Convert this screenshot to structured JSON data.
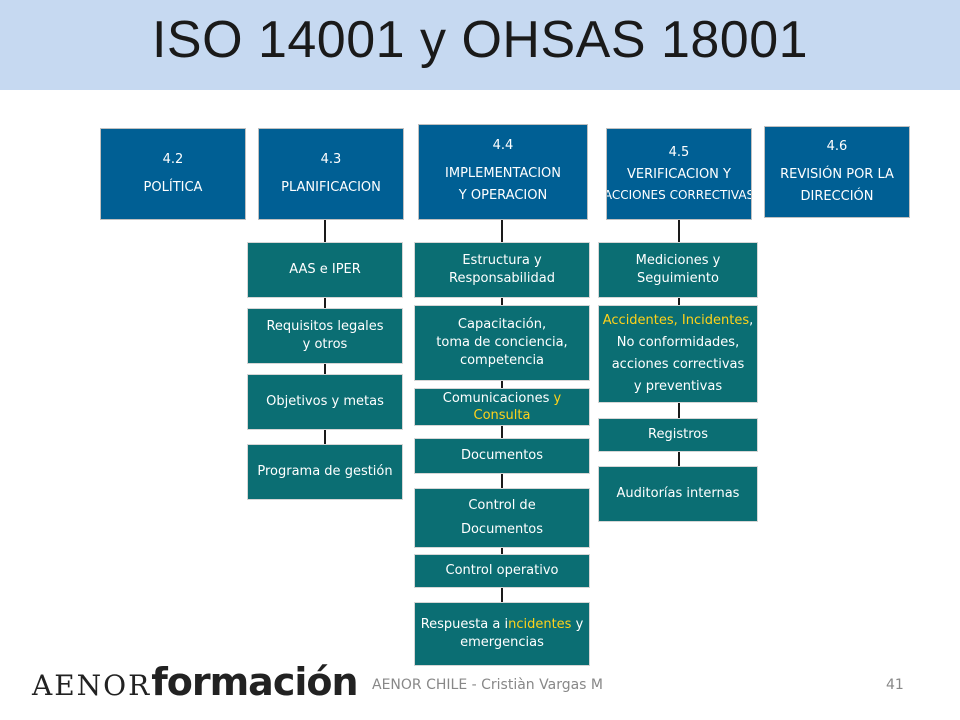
{
  "title": "ISO 14001  y OHSAS 18001",
  "headers": [
    {
      "num": "4.2",
      "label": "POLÍTICA"
    },
    {
      "num": "4.3",
      "label": "PLANIFICACION"
    },
    {
      "num": "4.4",
      "label1": "IMPLEMENTACION",
      "label2": "Y OPERACION"
    },
    {
      "num": "4.5",
      "label1": "VERIFICACION Y",
      "label2": "ACCIONES CORRECTIVAS"
    },
    {
      "num": "4.6",
      "label1": "REVISIÓN POR LA",
      "label2": "DIRECCIÓN"
    }
  ],
  "planificacion": {
    "aas": "AAS e IPER",
    "requisitos_1": "Requisitos legales",
    "requisitos_2": "y otros",
    "objetivos": "Objetivos y metas",
    "programa": "Programa de gestión"
  },
  "implementacion": {
    "estructura_1": "Estructura y",
    "estructura_2": "Responsabilidad",
    "capacitacion_1": "Capacitación,",
    "capacitacion_2": "toma de conciencia,",
    "capacitacion_3": "competencia",
    "comunicaciones_a": "Comunicaciones ",
    "comunicaciones_b": "y",
    "comunicaciones_c": "Consulta",
    "documentos": "Documentos",
    "control_doc_1": "Control de",
    "control_doc_2": "Documentos",
    "control_operativo": "Control operativo",
    "respuesta_a": "Respuesta a i",
    "respuesta_b": "ncidentes",
    "respuesta_c": " y",
    "respuesta_2": "emergencias"
  },
  "verificacion": {
    "mediciones_1": "Mediciones y",
    "mediciones_2": "Seguimiento",
    "accidentes_a": "Accidentes, Incidentes",
    "accidentes_b": ",",
    "accidentes_2": "No conformidades,",
    "accidentes_3": "acciones correctivas",
    "accidentes_4": "y preventivas",
    "registros": "Registros",
    "auditorias": "Auditorías internas"
  },
  "footer": {
    "logo_left": "AENOR",
    "logo_right": "formación",
    "text": "AENOR CHILE - Cristiàn Vargas M",
    "page": "41"
  },
  "colors": {
    "header_bg": "#c6d9f1",
    "blue_box": "#005f94",
    "teal_box": "#0b6e73",
    "highlight": "#ffd21a"
  }
}
